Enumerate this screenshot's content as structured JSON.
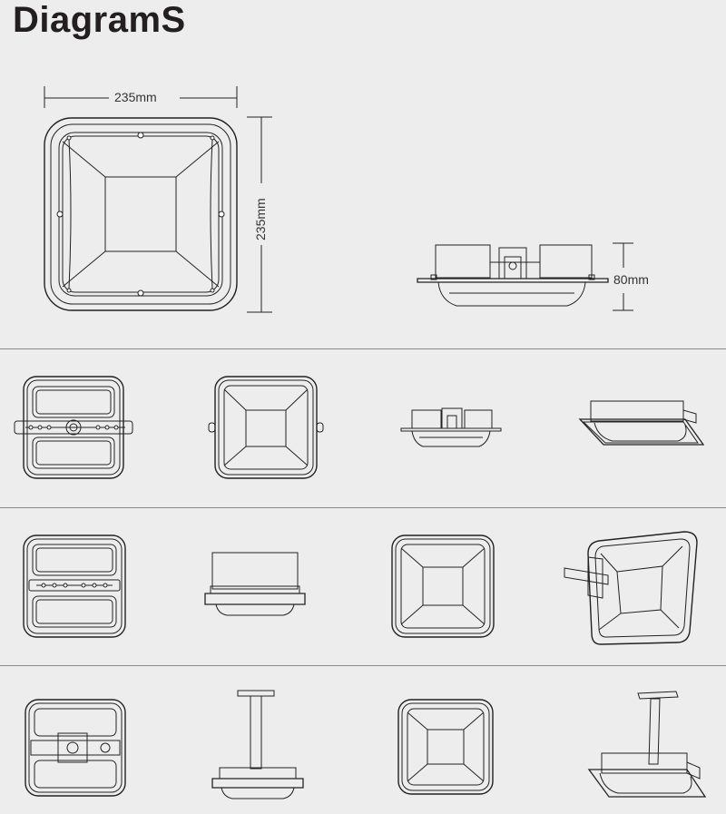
{
  "title": "DiagramS",
  "dimensions": {
    "width": "235mm",
    "height": "235mm",
    "depth": "80mm"
  },
  "views": [
    {
      "row": 0,
      "name": "front-view-dimensioned"
    },
    {
      "row": 0,
      "name": "side-view-dimensioned"
    },
    {
      "row": 1,
      "name": "back-view-bracket"
    },
    {
      "row": 1,
      "name": "front-view"
    },
    {
      "row": 1,
      "name": "side-view"
    },
    {
      "row": 1,
      "name": "perspective-view"
    },
    {
      "row": 2,
      "name": "back-view-wall-bracket"
    },
    {
      "row": 2,
      "name": "side-view-wall-mount"
    },
    {
      "row": 2,
      "name": "front-view"
    },
    {
      "row": 2,
      "name": "perspective-wall-mount"
    },
    {
      "row": 3,
      "name": "back-view-pendant"
    },
    {
      "row": 3,
      "name": "side-view-pendant"
    },
    {
      "row": 3,
      "name": "front-view"
    },
    {
      "row": 3,
      "name": "perspective-pendant"
    }
  ]
}
